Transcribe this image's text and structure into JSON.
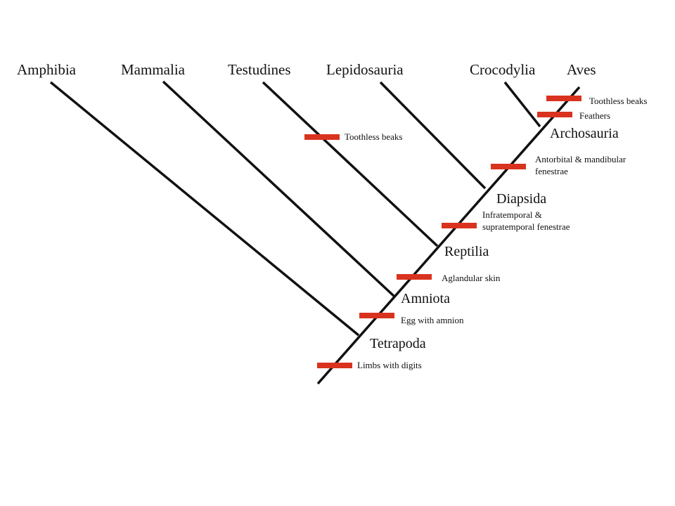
{
  "diagram": {
    "taxa": {
      "amphibia": "Amphibia",
      "mammalia": "Mammalia",
      "testudines": "Testudines",
      "lepidosauria": "Lepidosauria",
      "crocodylia": "Crocodylia",
      "aves": "Aves"
    },
    "clades": {
      "tetrapoda": "Tetrapoda",
      "amniota": "Amniota",
      "reptilia": "Reptilia",
      "diapsida": "Diapsida",
      "archosauria": "Archosauria"
    },
    "traits": {
      "limbs": "Limbs with digits",
      "egg": "Egg with amnion",
      "skin": "Aglandular skin",
      "fenestrae_1": "Infratemporal &",
      "fenestrae_2": "supratemporal fenestrae",
      "antorbital_1": "Antorbital & mandibular",
      "antorbital_2": "fenestrae",
      "feathers": "Feathers",
      "beaks_aves": "Toothless beaks",
      "beaks_testudines": "Toothless beaks"
    },
    "colors": {
      "branch": "#111111",
      "synapomorphy_bar": "#d9321f"
    }
  }
}
